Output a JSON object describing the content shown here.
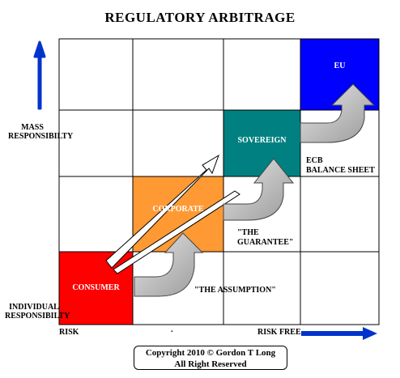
{
  "title": "REGULATORY ARBITRAGE",
  "y_axis": {
    "top_label": "MASS\nRESPONSIBILTY",
    "bottom_label": "INDIVIDUAL\nRESPONSIBILTY"
  },
  "x_axis": {
    "left_label": "RISK",
    "right_label": "RISK FREE",
    "dot": "."
  },
  "cells": {
    "consumer": "CONSUMER",
    "corporate": "CORPORATE",
    "sovereign": "SOVEREIGN",
    "eu": "EU"
  },
  "annotations": {
    "assumption": "\"THE ASSUMPTION\"",
    "guarantee_line1": "\"THE",
    "guarantee_line2": "GUARANTEE\"",
    "ecb_line1": "ECB",
    "ecb_line2": "BALANCE SHEET"
  },
  "copyright": {
    "line1": "Copyright 2010 © Gordon T Long",
    "line2": "All Right Reserved"
  },
  "colors": {
    "consumer": "#ff0000",
    "corporate": "#ff9933",
    "sovereign": "#008080",
    "eu": "#0000ff",
    "arrow_blue": "#0033cc",
    "arrow_gray": "#bfbfbf"
  }
}
